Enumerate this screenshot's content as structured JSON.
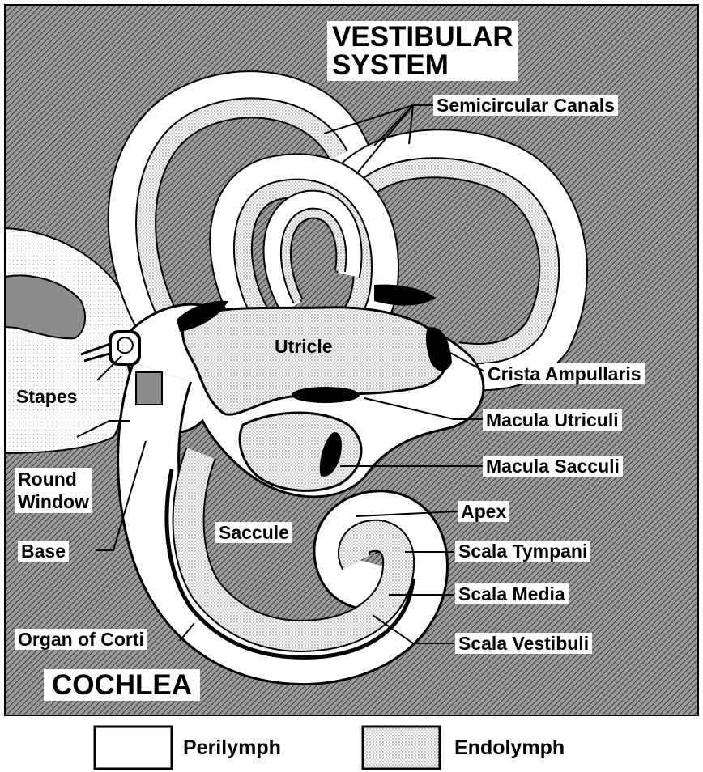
{
  "title": [
    "VESTIBULAR",
    "SYSTEM"
  ],
  "cochlea_title": "COCHLEA",
  "labels": {
    "semicircular_canals": "Semicircular Canals",
    "utricle": "Utricle",
    "crista_ampullaris": "Crista Ampullaris",
    "macula_utriculi": "Macula Utriculi",
    "macula_sacculi": "Macula Sacculi",
    "stapes": "Stapes",
    "round_window": [
      "Round",
      "Window"
    ],
    "base": "Base",
    "saccule": "Saccule",
    "apex": "Apex",
    "scala_tympani": "Scala Tympani",
    "scala_media": "Scala Media",
    "organ_of_corti": "Organ of Corti",
    "scala_vestibuli": "Scala Vestibuli"
  },
  "legend": {
    "perilymph": "Perilymph",
    "endolymph": "Endolymph"
  },
  "colors": {
    "ink": "#000000",
    "perilymph": "#ffffff",
    "bone_hatch": "#5a5a5a"
  }
}
